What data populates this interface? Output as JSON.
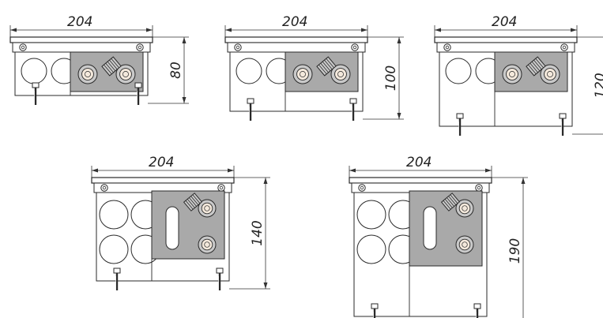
{
  "colors": {
    "line": "#2a2a2a",
    "plate": "#a9a9a9",
    "body": "#ffffff",
    "fitting": "#c9c9c9",
    "fitting_core": "#f4e9dc",
    "dimline": "#333333"
  },
  "variants": [
    {
      "width_label": "204",
      "height_label": "80",
      "slot": false
    },
    {
      "width_label": "204",
      "height_label": "100",
      "slot": false
    },
    {
      "width_label": "204",
      "height_label": "120",
      "slot": false
    },
    {
      "width_label": "204",
      "height_label": "140",
      "slot": true
    },
    {
      "width_label": "204",
      "height_label": "190",
      "slot": true
    }
  ]
}
